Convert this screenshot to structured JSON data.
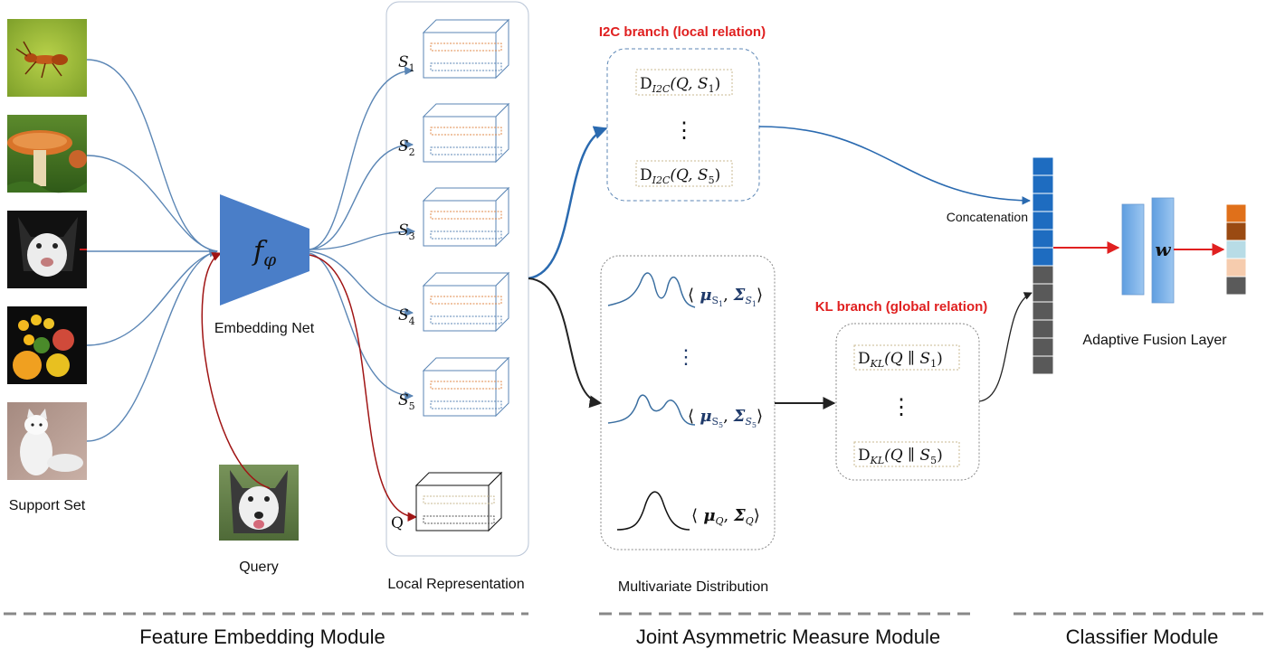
{
  "colors": {
    "blue": "#4a7ec8",
    "blue_line": "#5b86b5",
    "red": "#e02020",
    "dark_red": "#a01515",
    "gray": "#555555",
    "light_blue_fill": "#7aaee6",
    "panel_border": "#9aaac8"
  },
  "support_images": [
    {
      "name": "ant",
      "icon": "ant-photo"
    },
    {
      "name": "mushroom",
      "icon": "mushroom-photo"
    },
    {
      "name": "husky",
      "icon": "husky-photo"
    },
    {
      "name": "citrus",
      "icon": "citrus-photo"
    },
    {
      "name": "arctic-fox",
      "icon": "arctic-fox-photo"
    }
  ],
  "labels": {
    "support_set": "Support Set",
    "query": "Query",
    "embedding_net": "Embedding Net",
    "local_representation": "Local Representation",
    "multivariate_distribution": "Multivariate Distribution",
    "i2c_branch": "I2C branch (local relation)",
    "kl_branch": "KL branch (global relation)",
    "concatenation": "Concatenation",
    "adaptive_fusion_layer": "Adaptive Fusion Layer"
  },
  "embedding": {
    "f": "f",
    "phi": "φ"
  },
  "local_reps": [
    {
      "base": "S",
      "sub": "1"
    },
    {
      "base": "S",
      "sub": "2"
    },
    {
      "base": "S",
      "sub": "3"
    },
    {
      "base": "S",
      "sub": "4"
    },
    {
      "base": "S",
      "sub": "5"
    }
  ],
  "query_rep": {
    "base": "Q"
  },
  "i2c": {
    "d": "D",
    "d_sub": "I2C",
    "first_args": "(Q, S",
    "first_sub": "1",
    "last_args": "(Q, S",
    "last_sub": "5",
    "close": ")",
    "dots": "⋮"
  },
  "kl": {
    "d": "D",
    "d_sub": "KL",
    "first_args": "(Q ∥ S",
    "first_sub": "1",
    "last_args": "(Q ∥ S",
    "last_sub": "5",
    "close": ")",
    "dots": "⋮"
  },
  "distributions": {
    "first": {
      "mu": "μ",
      "mu_sub": "S",
      "mu_subsub": "1",
      "sigma": "Σ",
      "sigma_sub": "S",
      "sigma_subsub": "1"
    },
    "last": {
      "mu": "μ",
      "mu_sub": "S",
      "mu_subsub": "5",
      "sigma": "Σ",
      "sigma_sub": "S",
      "sigma_subsub": "5"
    },
    "query": {
      "mu": "μ",
      "mu_sub": "Q",
      "sigma": "Σ",
      "sigma_sub": "Q"
    },
    "dots": "⋮",
    "lang": "⟨",
    "rang": "⟩"
  },
  "weight": "w",
  "modules": [
    {
      "label": "Feature Embedding Module"
    },
    {
      "label": "Joint Asymmetric Measure Module"
    },
    {
      "label": "Classifier Module"
    }
  ],
  "concat_vector": {
    "blue_cells": 6,
    "gray_cells": 6
  },
  "output_vector": [
    "#e0701a",
    "#9a4a12",
    "#b8dce6",
    "#f6ccae",
    "#5a5a5a"
  ]
}
